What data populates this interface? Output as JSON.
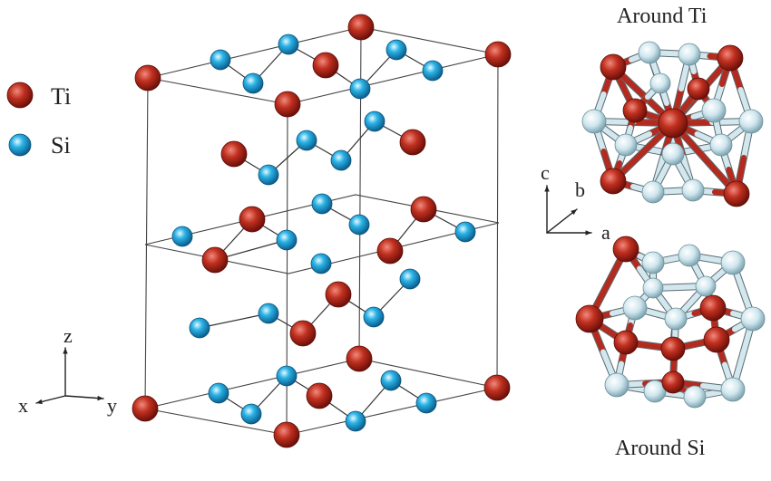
{
  "legend": {
    "items": [
      {
        "label": "Ti",
        "color": "#b7271c",
        "icon": "ti-atom-icon"
      },
      {
        "label": "Si",
        "color": "#1aa7dd",
        "icon": "si-atom-icon"
      }
    ]
  },
  "axes_main": {
    "x": "x",
    "y": "y",
    "z": "z"
  },
  "axes_cluster": {
    "a": "a",
    "b": "b",
    "c": "c"
  },
  "panels": {
    "top_title": "Around Ti",
    "bottom_title": "Around Si"
  },
  "colors": {
    "ti": "#b7271c",
    "si": "#1aa7dd",
    "cluster_si": "#cfe6ee",
    "frame": "#444444",
    "bond": "#333333"
  }
}
